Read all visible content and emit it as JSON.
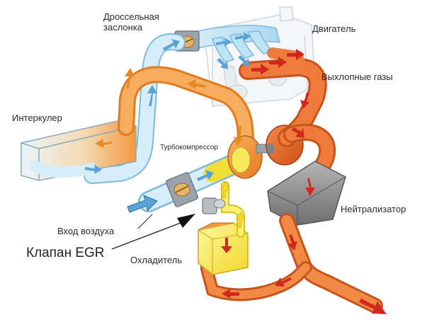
{
  "labels": {
    "throttle": "Дроссельная\nзаслонка",
    "engine": "Двигатель",
    "exhaust": "Выхлопные газы",
    "intercooler": "Интеркулер",
    "turbo": "Турбокомпрессор",
    "catalyst": "Нейтрализатор",
    "air_inlet": "Вход воздуха",
    "egr_valve": "Клапан EGR",
    "egr_cooler": "Охладитель"
  },
  "colors": {
    "intake_air": "#bfe3f6",
    "intake_edge": "#7db9d9",
    "exhaust_hot": "#e8641e",
    "exhaust_edge": "#b9461a",
    "charge_air": "#f29a3c",
    "egr_gas": "#f7e95a",
    "blue_arrow": "#5aa3d8",
    "red_arrow": "#d0281e",
    "orange_arrow": "#e6891f",
    "catalyst_body": "#8d8d8d",
    "engine_outline": "#cfd6dc"
  }
}
